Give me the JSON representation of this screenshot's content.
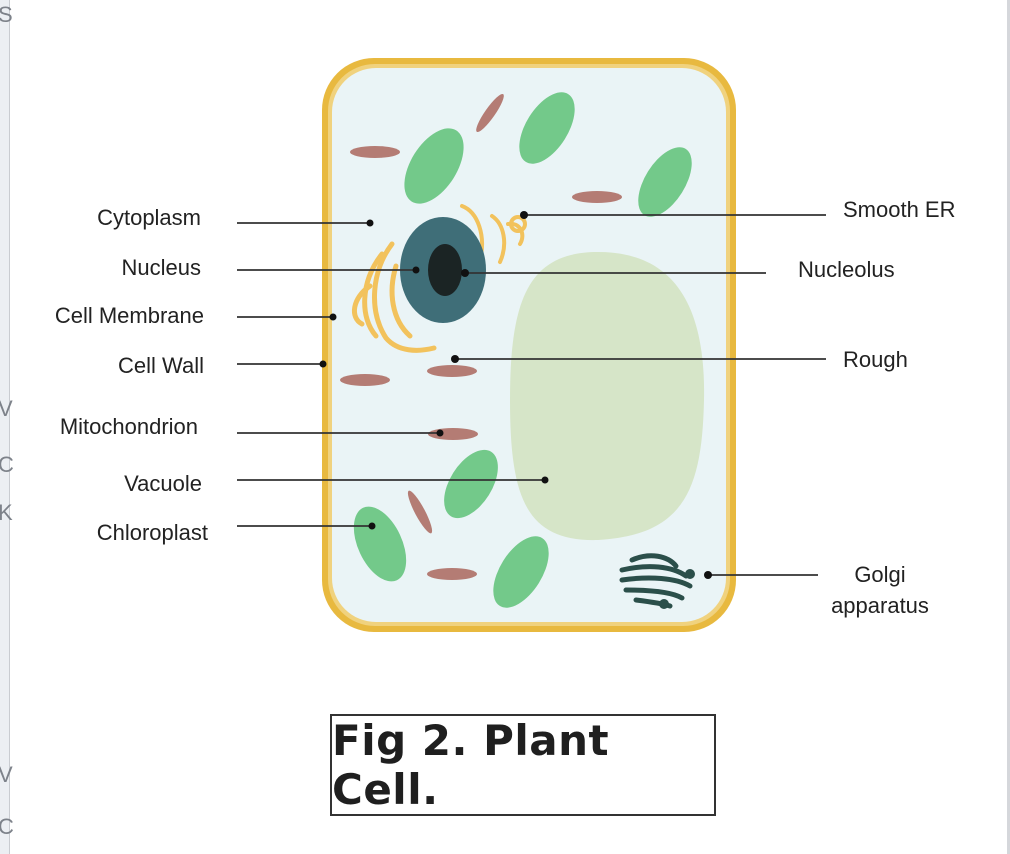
{
  "edge_fragments": [
    "S",
    "V",
    "C",
    "K",
    "V",
    "C"
  ],
  "labels": {
    "cytoplasm": "Cytoplasm",
    "nucleus": "Nucleus",
    "cell_membrane": "Cell Membrane",
    "cell_wall": "Cell Wall",
    "mitochondrion": "Mitochondrion",
    "vacuole": "Vacuole",
    "chloroplast": "Chloroplast",
    "smooth_er": "Smooth ER",
    "nucleolus": "Nucleolus",
    "rough": "Rough",
    "golgi_line1": "Golgi",
    "golgi_line2": "apparatus"
  },
  "caption": "Fig 2. Plant Cell.",
  "colors": {
    "cell_wall": "#e8b93f",
    "cytoplasm": "#eaf4f6",
    "vacuole": "#d6e5c8",
    "chloroplast": "#73c98a",
    "mitochondrion": "#b47c74",
    "nucleus": "#3f6e78",
    "nucleolus": "#1b2424",
    "er": "#f2c25c",
    "golgi": "#2b4f4a"
  }
}
